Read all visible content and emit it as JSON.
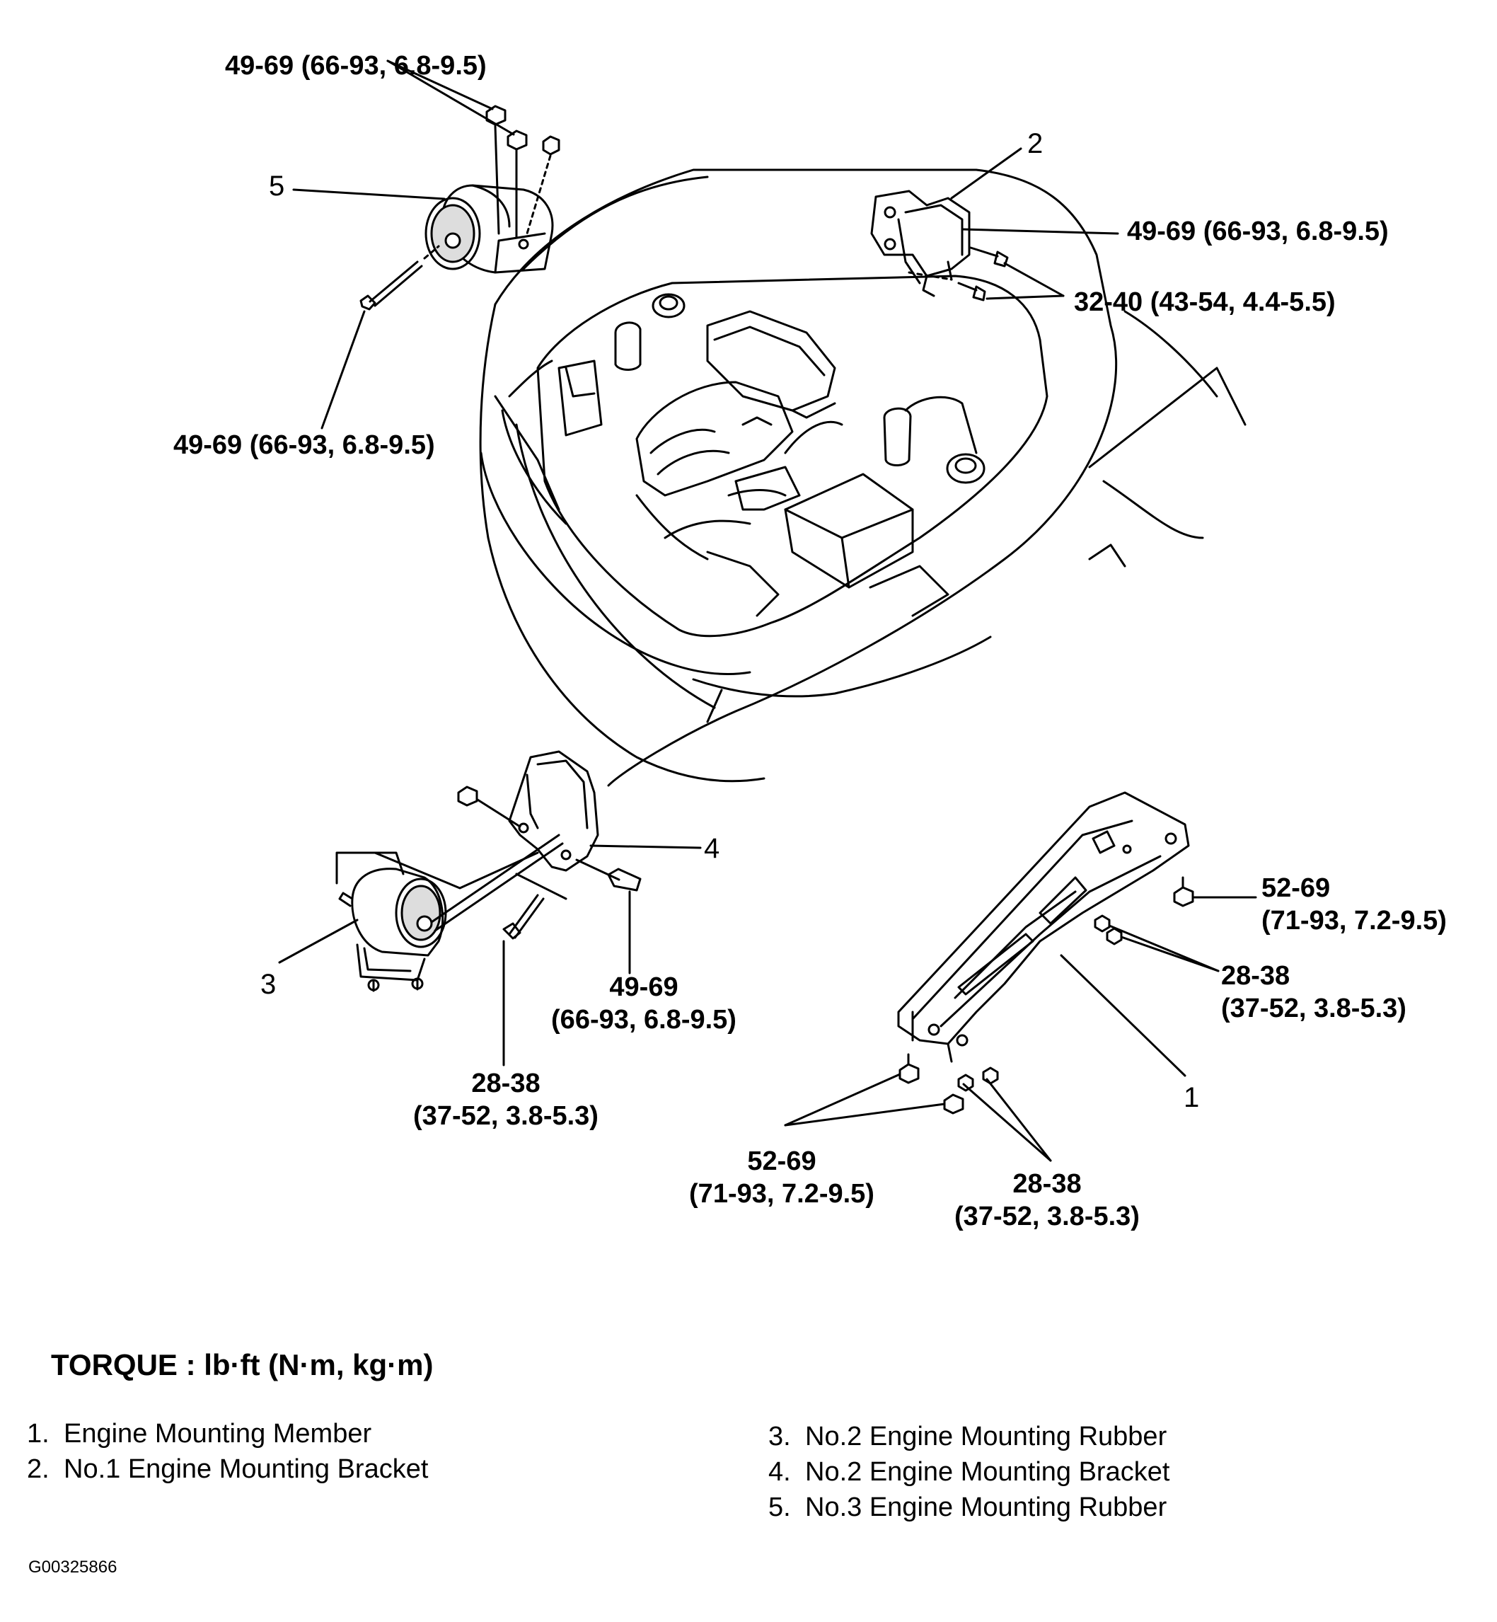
{
  "callouts": {
    "m5_nuts": "49-69 (66-93, 6.8-9.5)",
    "m5_bolt": "49-69 (66-93, 6.8-9.5)",
    "m2_bolt": "49-69 (66-93, 6.8-9.5)",
    "m2_bolts_lower": "32-40 (43-54, 4.4-5.5)",
    "m4_bolt_1": "49-69",
    "m4_bolt_2": "(66-93, 6.8-9.5)",
    "m3_bolt_1": "28-38",
    "m3_bolt_2": "(37-52, 3.8-5.3)",
    "m1_right_nut_1": "52-69",
    "m1_right_nut_2": "(71-93, 7.2-9.5)",
    "m1_right_bolts_1": "28-38",
    "m1_right_bolts_2": "(37-52, 3.8-5.3)",
    "m1_lower_nuts_1": "52-69",
    "m1_lower_nuts_2": "(71-93, 7.2-9.5)",
    "m1_lower_bolts_1": "28-38",
    "m1_lower_bolts_2": "(37-52, 3.8-5.3)"
  },
  "part_numbers": [
    "1",
    "2",
    "3",
    "4",
    "5"
  ],
  "torque_heading": "TORQUE : lb·ft (N·m, kg·m)",
  "legend": [
    {
      "num": "1.",
      "text": "Engine Mounting Member"
    },
    {
      "num": "2.",
      "text": "No.1 Engine Mounting Bracket"
    },
    {
      "num": "3.",
      "text": "No.2 Engine Mounting Rubber"
    },
    {
      "num": "4.",
      "text": "No.2 Engine Mounting Bracket"
    },
    {
      "num": "5.",
      "text": "No.3 Engine Mounting Rubber"
    }
  ],
  "figure_code": "G00325866"
}
